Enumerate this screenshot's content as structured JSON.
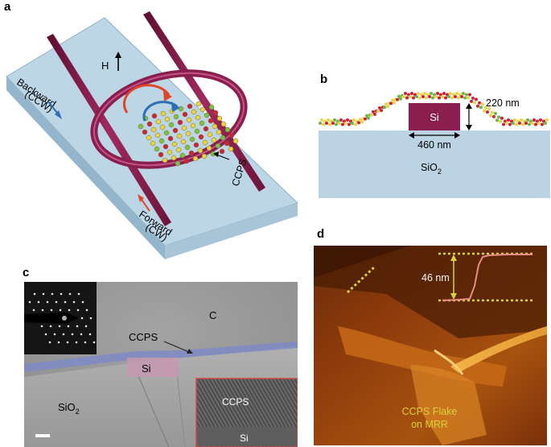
{
  "panels": {
    "a": {
      "label": "a",
      "backward": "Backward",
      "backward_dir": "(CCW)",
      "forward": "Forward",
      "forward_dir": "(CW)",
      "field": "H",
      "material": "CCPS"
    },
    "b": {
      "label": "b",
      "core": "Si",
      "height": "220 nm",
      "width": "460 nm",
      "substrate": "SiO",
      "substrate_sub": "2"
    },
    "c": {
      "label": "c",
      "region_c": "C",
      "layer": "CCPS",
      "core": "Si",
      "substrate": "SiO",
      "substrate_sub": "2",
      "inset_layer": "CCPS",
      "inset_core": "Si"
    },
    "d": {
      "label": "d",
      "step": "46 nm",
      "flake_line1": "CCPS Flake",
      "flake_line2": "on MRR"
    }
  },
  "colors": {
    "substrate": "#b8d3e3",
    "waveguide": "#8a1f4f",
    "arrow_blue": "#2f6db5",
    "arrow_red": "#e0452a",
    "afm_label": "#d9d23a"
  }
}
